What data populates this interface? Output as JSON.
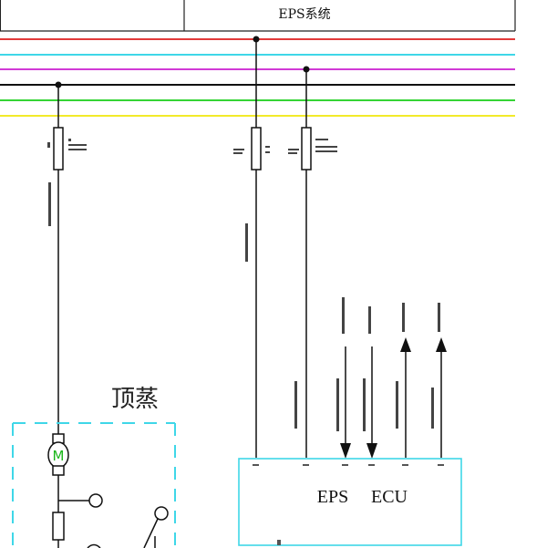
{
  "diagram": {
    "header_label": "EPS系统",
    "module_label": "顶蒸",
    "ecu_label_left": "EPS",
    "ecu_label_right": "ECU",
    "motor_symbol": "M",
    "bus_colors": {
      "red": "#e23a3a",
      "cyan": "#3fd7e8",
      "magenta": "#d23ad6",
      "black": "#111111",
      "green": "#35d435",
      "yellow": "#f2ea2a"
    },
    "module_color": "#3fd7e8"
  }
}
